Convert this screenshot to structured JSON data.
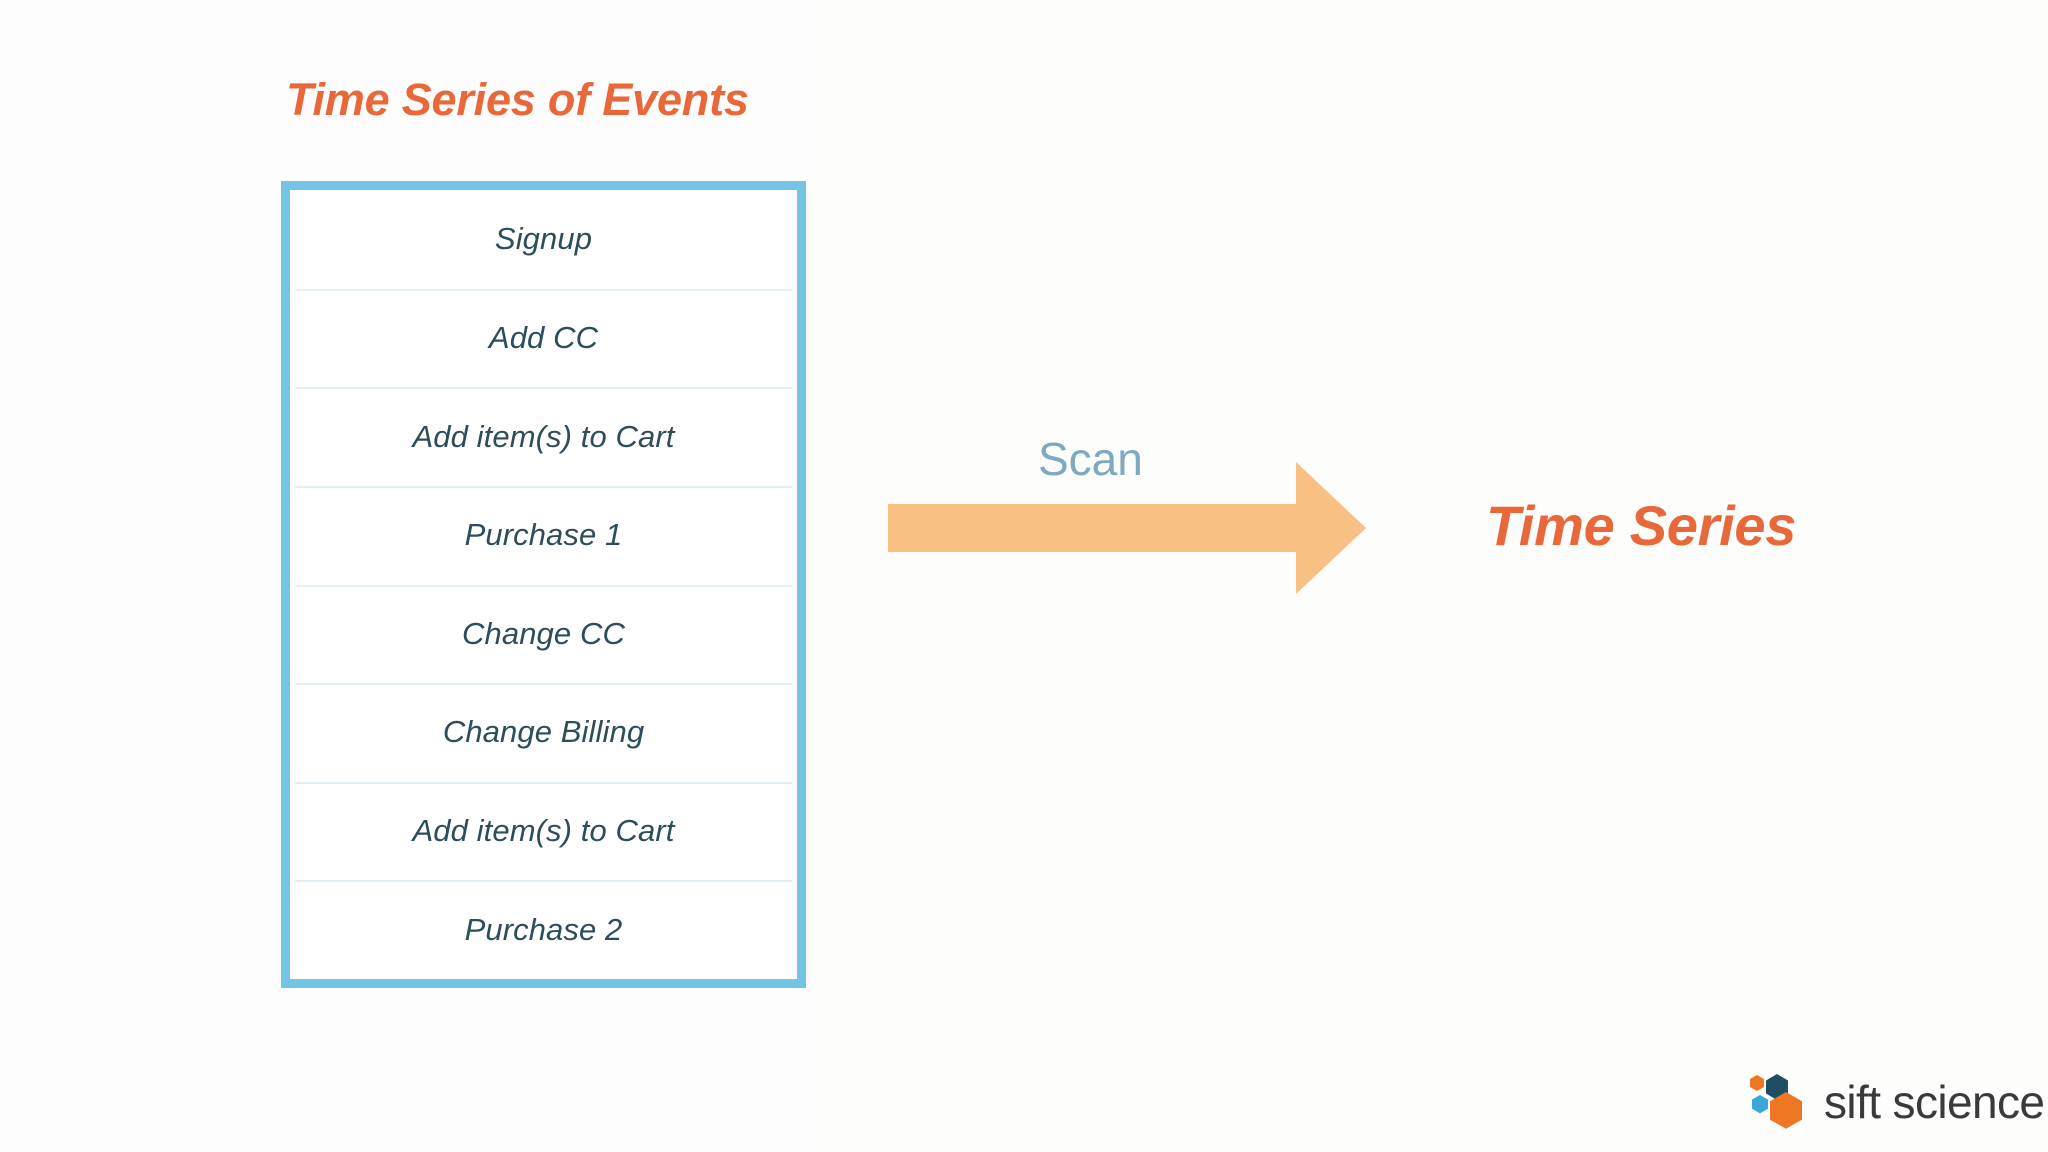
{
  "slide": {
    "background_color": "#fdfdfd",
    "accent_orange": "#e9683a",
    "accent_blue_border": "#74c5e4",
    "accent_arrow": "#f8c083",
    "accent_scan_text": "#7fa9be",
    "event_text_color": "#2d4d5b",
    "separator_color": "#e3f1f5"
  },
  "section": {
    "title": "Time Series of Events"
  },
  "events": {
    "rows": [
      {
        "label": "Signup"
      },
      {
        "label": "Add CC"
      },
      {
        "label": "Add item(s) to Cart"
      },
      {
        "label": "Purchase 1"
      },
      {
        "label": "Change CC"
      },
      {
        "label": "Change Billing"
      },
      {
        "label": "Add item(s) to Cart"
      },
      {
        "label": "Purchase 2"
      }
    ]
  },
  "transform": {
    "label": "Scan",
    "arrow_icon": "arrow-right-icon",
    "arrow_direction": "right"
  },
  "result": {
    "title": "Time Series"
  },
  "brand": {
    "name": "sift science",
    "mark_icon": "sift-hexagon-logo-icon",
    "mark_colors": {
      "small_orange_hex": "#ef7622",
      "navy_hex": "#1f4e62",
      "light_blue_hex": "#3aa7d8",
      "large_orange_hex": "#ef7622"
    },
    "text_color": "#3a3a3c"
  }
}
